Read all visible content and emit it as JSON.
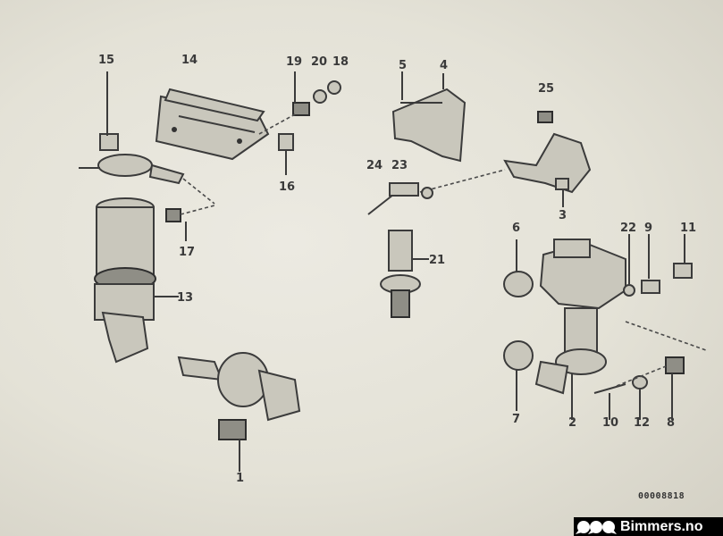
{
  "diagram": {
    "part_numbers": [
      "15",
      "14",
      "19",
      "20",
      "18",
      "5",
      "4",
      "25",
      "16",
      "24",
      "23",
      "3",
      "17",
      "21",
      "6",
      "22",
      "9",
      "11",
      "13",
      "1",
      "7",
      "2",
      "10",
      "12",
      "8"
    ],
    "code": "00008818"
  },
  "watermark": {
    "text": "Bimmers.no"
  }
}
